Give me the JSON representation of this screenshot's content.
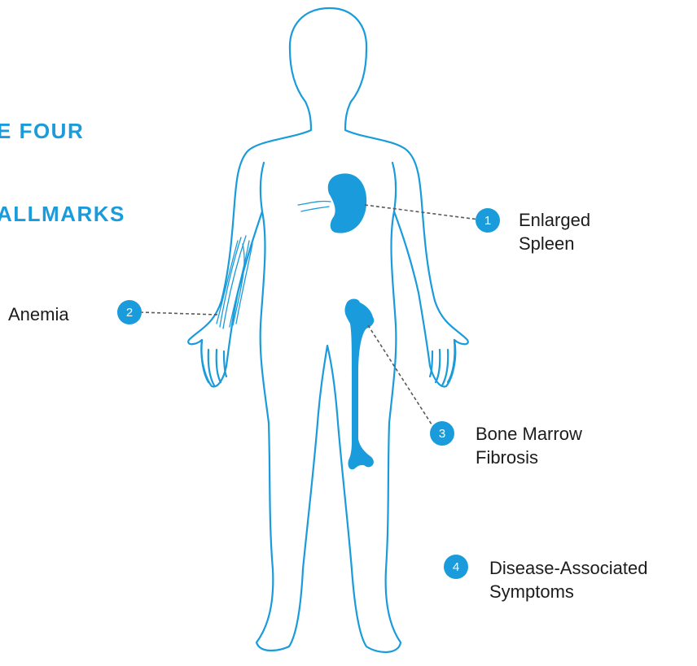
{
  "title": {
    "line1": "E FOUR",
    "line2": "ALLMARKS"
  },
  "colors": {
    "accent": "#1a9bdb",
    "leader": "#5a5a5a",
    "text": "#1c1c1c"
  },
  "icons": [
    "human-body-outline",
    "spleen-icon",
    "femur-bone-icon",
    "arm-veins-icon"
  ],
  "hallmarks": [
    {
      "number": "1",
      "label_line1": "Enlarged",
      "label_line2": "Spleen"
    },
    {
      "number": "2",
      "label_line1": "Anemia",
      "label_line2": ""
    },
    {
      "number": "3",
      "label_line1": "Bone Marrow",
      "label_line2": "Fibrosis"
    },
    {
      "number": "4",
      "label_line1": "Disease-Associated",
      "label_line2": "Symptoms"
    }
  ]
}
